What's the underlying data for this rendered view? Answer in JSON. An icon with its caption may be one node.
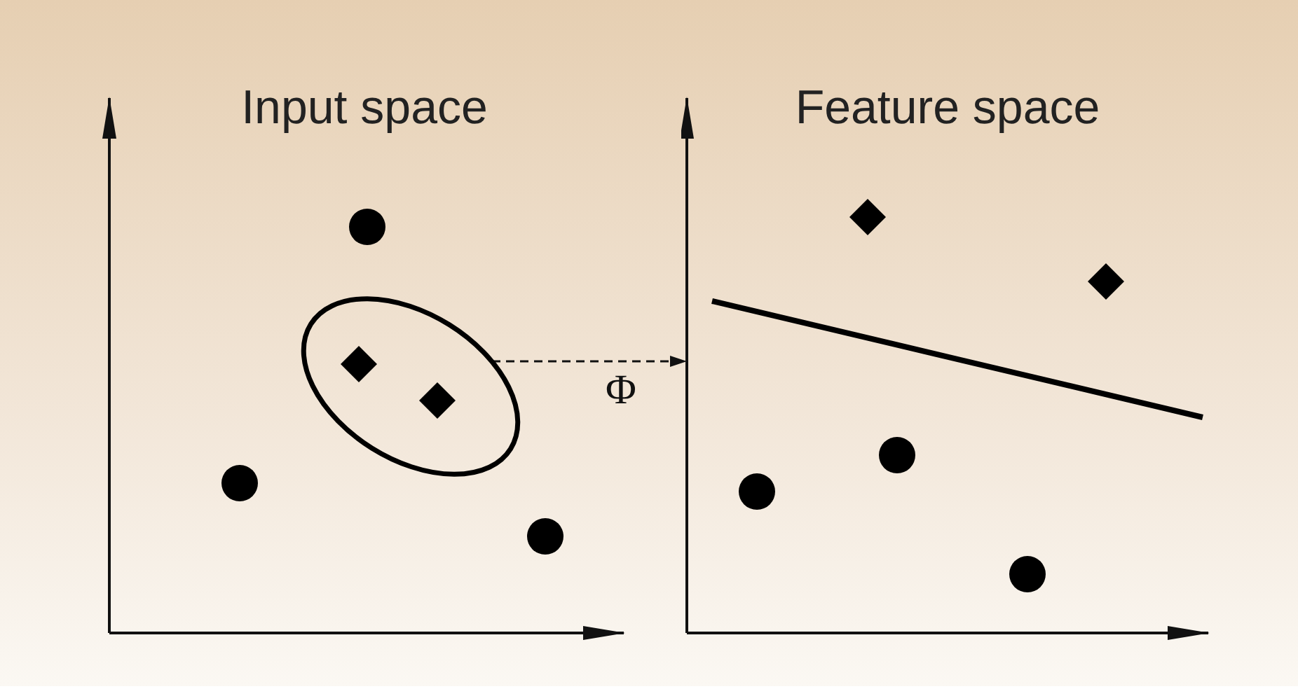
{
  "diagram": {
    "nodes": [
      {
        "text": [
          "Input space"
        ]
      },
      {
        "text": [
          "Feature space"
        ]
      },
      {
        "text": [],
        "shape": "ellipse",
        "in": 0
      }
    ],
    "edges": [
      {
        "from": 2,
        "to": 1,
        "arrow": "to",
        "style": "dashed",
        "label": "Φ"
      }
    ]
  }
}
